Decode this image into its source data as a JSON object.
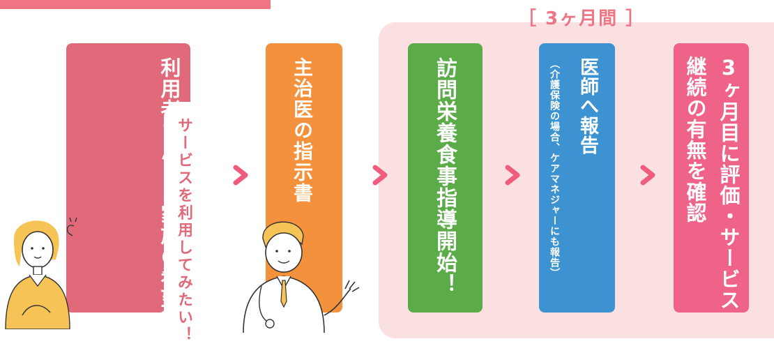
{
  "period": {
    "label": "［ 3ヶ月間 ］"
  },
  "steps": [
    {
      "title": "利用者さん・ご家族の希望",
      "bubble": "サービスを利用してみたい！"
    },
    {
      "title": "主治医の指示書"
    },
    {
      "title": "訪問栄養食事指導開始！"
    },
    {
      "title": "医師へ報告",
      "subtitle": "（介護保険の場合、ケアマネジャーにも報告）"
    },
    {
      "title_line1": "3ヶ月目に評価・サービス",
      "title_line2": "継続の有無を確認"
    }
  ],
  "colors": {
    "step1": "#e0697a",
    "step2": "#f3913d",
    "step3": "#5bac48",
    "step4": "#3d93d1",
    "step5": "#ef6389",
    "chevron": "#ef5c7e",
    "period_bg": "#fbe0e2",
    "accent": "#ef7484"
  },
  "icons": [
    "chevron-right-icon",
    "woman-illustration",
    "doctor-illustration"
  ]
}
